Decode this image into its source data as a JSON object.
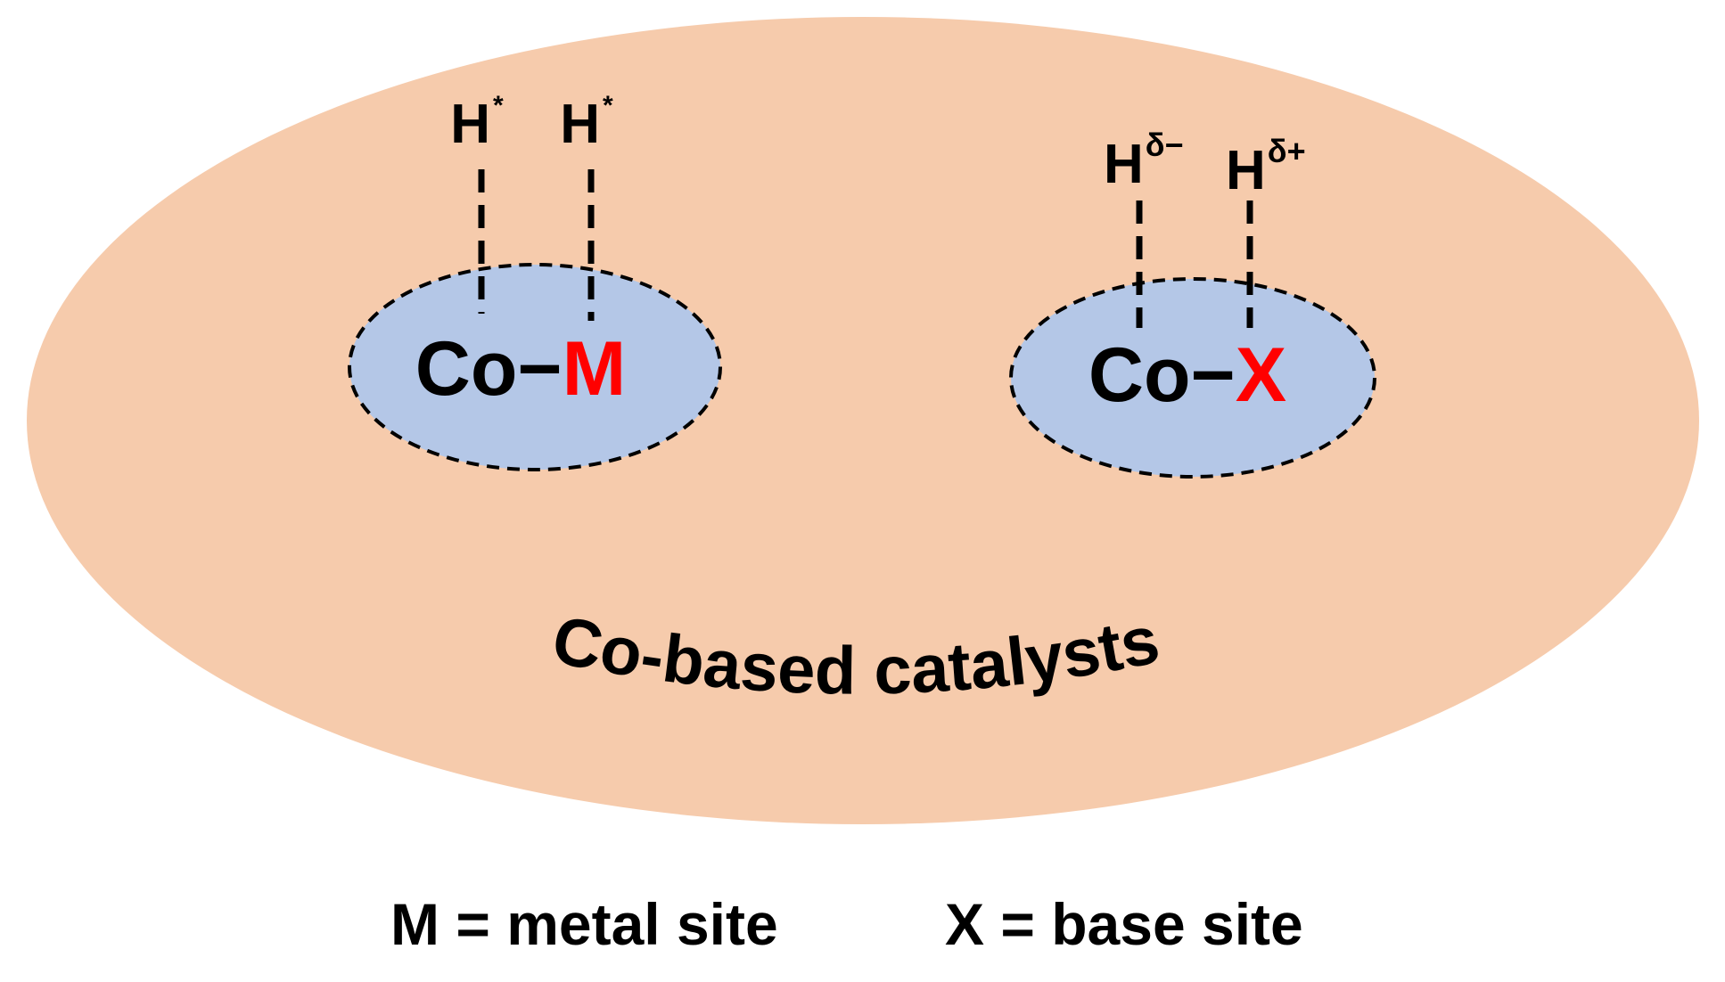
{
  "colors": {
    "outer_fill": "#F6CBAC",
    "site_fill": "#B4C7E7",
    "text": "#000000",
    "accent": "#FF0000"
  },
  "left_site": {
    "label_co": "Co",
    "bond": "−",
    "label_element": "M",
    "h_left": "H",
    "h_left_sup": "*",
    "h_right": "H",
    "h_right_sup": "*"
  },
  "right_site": {
    "label_co": "Co",
    "bond": "−",
    "label_element": "X",
    "h_left": "H",
    "h_left_sup": "δ−",
    "h_right": "H",
    "h_right_sup": "δ+"
  },
  "catalyst_label": "Co-based catalysts",
  "legend": {
    "metal": "M = metal site",
    "base": "X = base site"
  }
}
